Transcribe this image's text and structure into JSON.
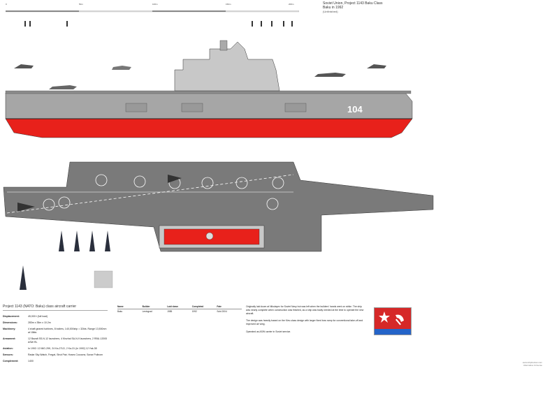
{
  "header": {
    "line1": "Soviet Union, Project 1143 Baku Class",
    "line2": "Baku in 1992",
    "line3": "(Unfinished)"
  },
  "scale": [
    "0",
    "50m",
    "100m",
    "150m",
    "200m"
  ],
  "hull_number": "104",
  "info": {
    "title": "Project 1143 (NATO: Baku) class aircraft carrier",
    "rows": [
      {
        "k": "Displacement:",
        "v": "45,000 t (full load)"
      },
      {
        "k": "Dimensions:",
        "v": "283m x 35m x 10.2m"
      },
      {
        "k": "Machinery:",
        "v": "4 shaft geared turbines, 8 boilers, 140,000shp = 32kts. Range 13,500nm at 18kts"
      },
      {
        "k": "Armament:",
        "v": "12 Bazalt SS-N-12 launchers, 4 Kinzhal SA-N-9 launchers, 2 RBU-12000 ASW RL"
      },
      {
        "k": "Aviation:",
        "v": "In 1992: 12 MiG-29K, 24 Ka-27LD, 2 Ka-31 (in 1992) 12 Yak-38"
      },
      {
        "k": "Sensors:",
        "v": "Radar Sky Watch, Fregat, Strut Pair, Hoses Cocoons; Sonar Polinom"
      },
      {
        "k": "Complement:",
        "v": "1400"
      }
    ]
  },
  "ships": {
    "headers": [
      "Name",
      "Builder",
      "Laid down",
      "Completed",
      "Fate"
    ],
    "rows": [
      [
        "Baku",
        "Leningrad",
        "1985",
        "1992",
        "Sold 2004"
      ]
    ]
  },
  "notes": [
    "Originally laid down at Nikolayev for Soviet Navy but was left when the builders' hands went on strike. The ship was nearly complete when construction was finished, as a ship was badly needed at the time to operate the new aircraft.",
    "The design was heavily based on the Kiev-class design with larger fixed bow ramp for conventional take-off and improved air wing.",
    "Operated as ASW carrier in Soviet service."
  ],
  "credit": [
    "www.shipbucket.com",
    "Alternative Universe"
  ],
  "colors": {
    "hull_red": "#e8211b",
    "hull_grey": "#a6a6a6",
    "deck": "#7a7a7a",
    "island": "#c8c8c8"
  }
}
